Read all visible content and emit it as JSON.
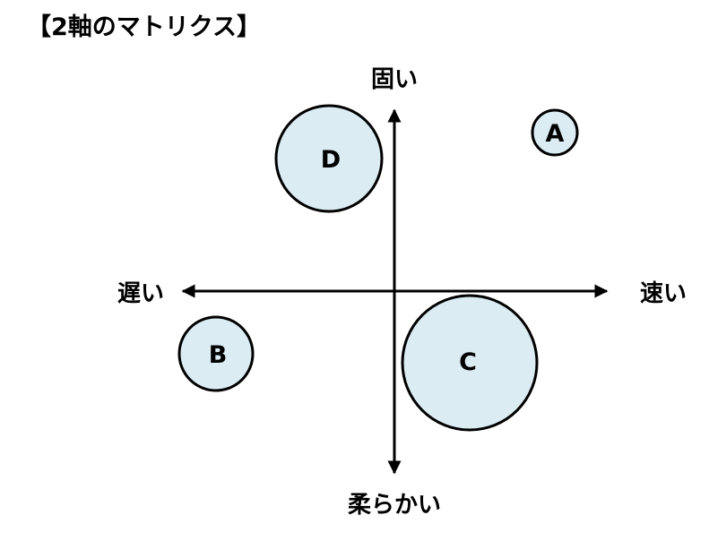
{
  "title": "【2軸のマトリクス】",
  "axes": {
    "top": "固い",
    "bottom": "柔らかい",
    "left": "遅い",
    "right": "速い"
  },
  "nodes": {
    "a": "A",
    "b": "B",
    "c": "C",
    "d": "D"
  },
  "colors": {
    "node_fill": "#dbecf3",
    "stroke": "#000000"
  }
}
